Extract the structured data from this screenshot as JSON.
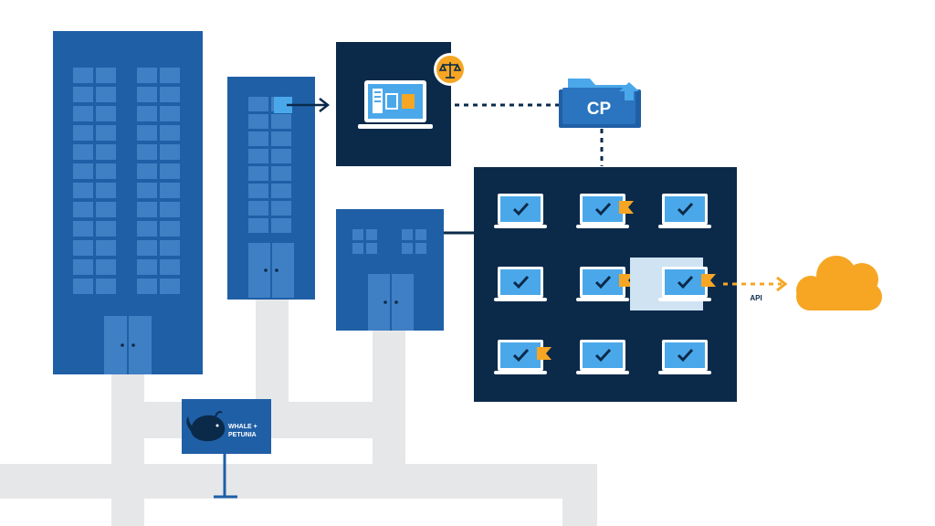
{
  "folder": {
    "label": "CP"
  },
  "sign": {
    "line1": "WHALE +",
    "line2": "PETUNIA"
  },
  "api_link": {
    "label": "API"
  },
  "colors": {
    "navy": "#0b2a4a",
    "building_blue": "#1f5fa6",
    "window_blue": "#3f7fc4",
    "screen_blue": "#4aa8ea",
    "road_grey": "#e6e7e9",
    "accent_orange": "#f6a623",
    "highlight_bg": "#cfe3f3"
  },
  "icons": {
    "legal_badge": "balance-scale-icon",
    "folder": "folder-icon",
    "cloud": "cloud-icon",
    "checkmark": "check-icon",
    "flag": "flag-icon",
    "whale": "whale-icon"
  },
  "device_grid": {
    "rows": 3,
    "cols": 3,
    "devices": [
      {
        "checked": true,
        "flagged": false,
        "highlighted": false
      },
      {
        "checked": true,
        "flagged": true,
        "highlighted": false
      },
      {
        "checked": true,
        "flagged": false,
        "highlighted": false
      },
      {
        "checked": true,
        "flagged": false,
        "highlighted": false
      },
      {
        "checked": true,
        "flagged": true,
        "highlighted": false
      },
      {
        "checked": true,
        "flagged": true,
        "highlighted": true
      },
      {
        "checked": true,
        "flagged": true,
        "highlighted": false
      },
      {
        "checked": true,
        "flagged": false,
        "highlighted": false
      },
      {
        "checked": true,
        "flagged": false,
        "highlighted": false
      }
    ]
  }
}
